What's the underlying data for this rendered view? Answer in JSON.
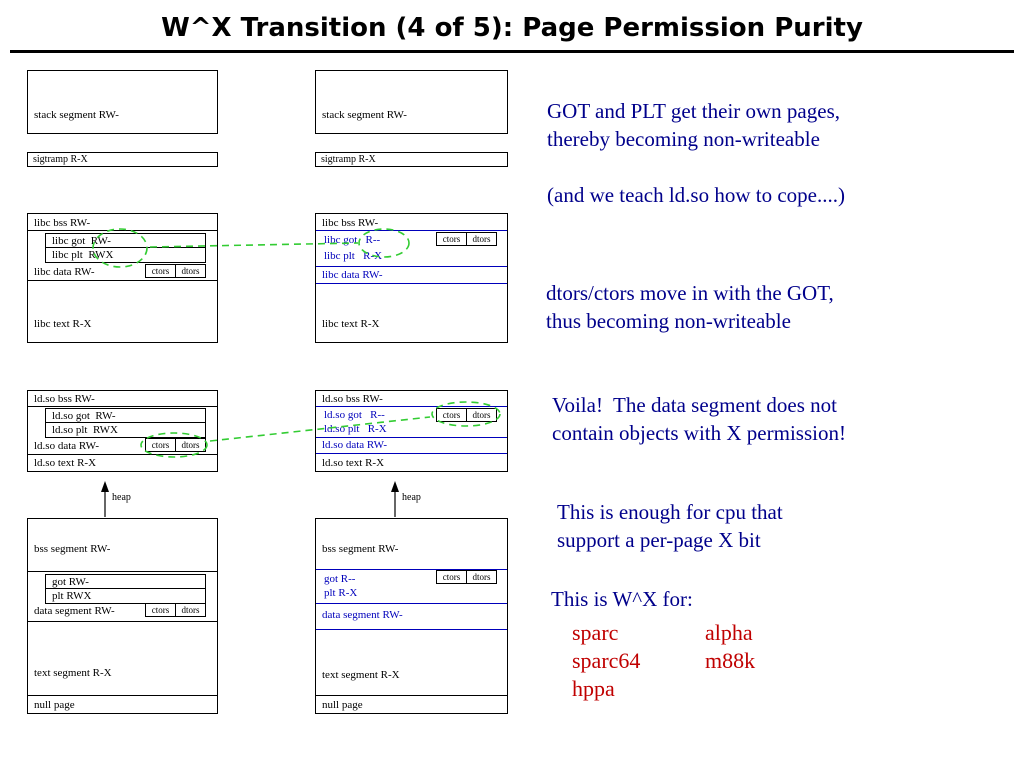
{
  "title": "W^X Transition (4 of 5): Page Permission Purity",
  "labels": {
    "ctors": "ctors",
    "dtors": "dtors",
    "heap": "heap"
  },
  "before": {
    "stack": "stack segment RW-",
    "sigtramp": "sigtramp R-X",
    "libc_bss": "libc bss RW-",
    "libc_got": "libc got  RW-",
    "libc_plt": "libc plt  RWX",
    "libc_data": "libc data RW-",
    "libc_text": "libc text R-X",
    "ldso_bss": "ld.so bss RW-",
    "ldso_got": "ld.so got  RW-",
    "ldso_plt": "ld.so plt  RWX",
    "ldso_data": "ld.so data RW-",
    "ldso_text": "ld.so text R-X",
    "bss": "bss segment RW-",
    "got": "got RW-",
    "plt": "plt RWX",
    "data": "data segment RW-",
    "text": "text segment R-X",
    "null_page": "null page"
  },
  "after": {
    "stack": "stack segment RW-",
    "sigtramp": "sigtramp R-X",
    "libc_bss": "libc bss RW-",
    "libc_got": "libc got   R--",
    "libc_plt": "libc plt   R-X",
    "libc_data": "libc data RW-",
    "libc_text": "libc text R-X",
    "ldso_bss": "ld.so bss RW-",
    "ldso_got": "ld.so got   R--",
    "ldso_plt": "ld.so plt   R-X",
    "ldso_data": "ld.so data RW-",
    "ldso_text": "ld.so text R-X",
    "bss": "bss segment RW-",
    "got": "got R--",
    "plt": "plt R-X",
    "data": "data segment RW-",
    "text": "text segment R-X",
    "null_page": "null page"
  },
  "notes": {
    "own_pages_1": "GOT and PLT get their own pages,",
    "own_pages_2": "thereby becoming non-writeable",
    "ldso_cope": "(and we teach ld.so how to cope....)",
    "dtors_move_1": "dtors/ctors move in with the GOT,",
    "dtors_move_2": "thus becoming non-writeable",
    "voila_1": "Voila!  The data segment does not",
    "voila_2": "contain objects with X permission!",
    "enough_1": "This is enough for cpu that",
    "enough_2": "support a per-page X bit",
    "wx_for": "This is W^X for:"
  },
  "architectures": {
    "col1": [
      "sparc",
      "sparc64",
      "hppa"
    ],
    "col2": [
      "alpha",
      "m88k"
    ]
  },
  "colors": {
    "diagram_blue": "#0000bb",
    "note_blue": "#00008b",
    "arch_red": "#c00000",
    "highlight_green": "#33cc33"
  }
}
